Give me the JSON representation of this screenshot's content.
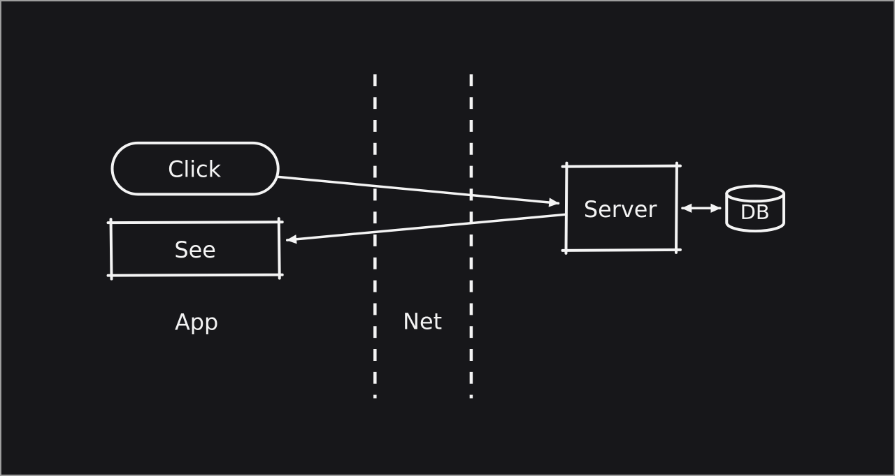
{
  "canvas": {
    "background": "#17171a",
    "stroke_color": "#f4f4f4",
    "frame_border_color": "#9e9e9e"
  },
  "diagram": {
    "nodes": {
      "click": {
        "label": "Click",
        "shape": "pill"
      },
      "see": {
        "label": "See",
        "shape": "rectangle"
      },
      "server": {
        "label": "Server",
        "shape": "rectangle"
      },
      "db": {
        "label": "DB",
        "shape": "cylinder"
      }
    },
    "zone_labels": {
      "app": "App",
      "net": "Net"
    },
    "edges": [
      {
        "from": "click",
        "to": "server",
        "type": "arrow"
      },
      {
        "from": "server",
        "to": "see",
        "type": "arrow"
      },
      {
        "from": "server",
        "to": "db",
        "type": "double-arrow"
      }
    ],
    "boundaries": [
      {
        "name": "net-boundary-left",
        "style": "dashed-vertical"
      },
      {
        "name": "net-boundary-right",
        "style": "dashed-vertical"
      }
    ]
  }
}
